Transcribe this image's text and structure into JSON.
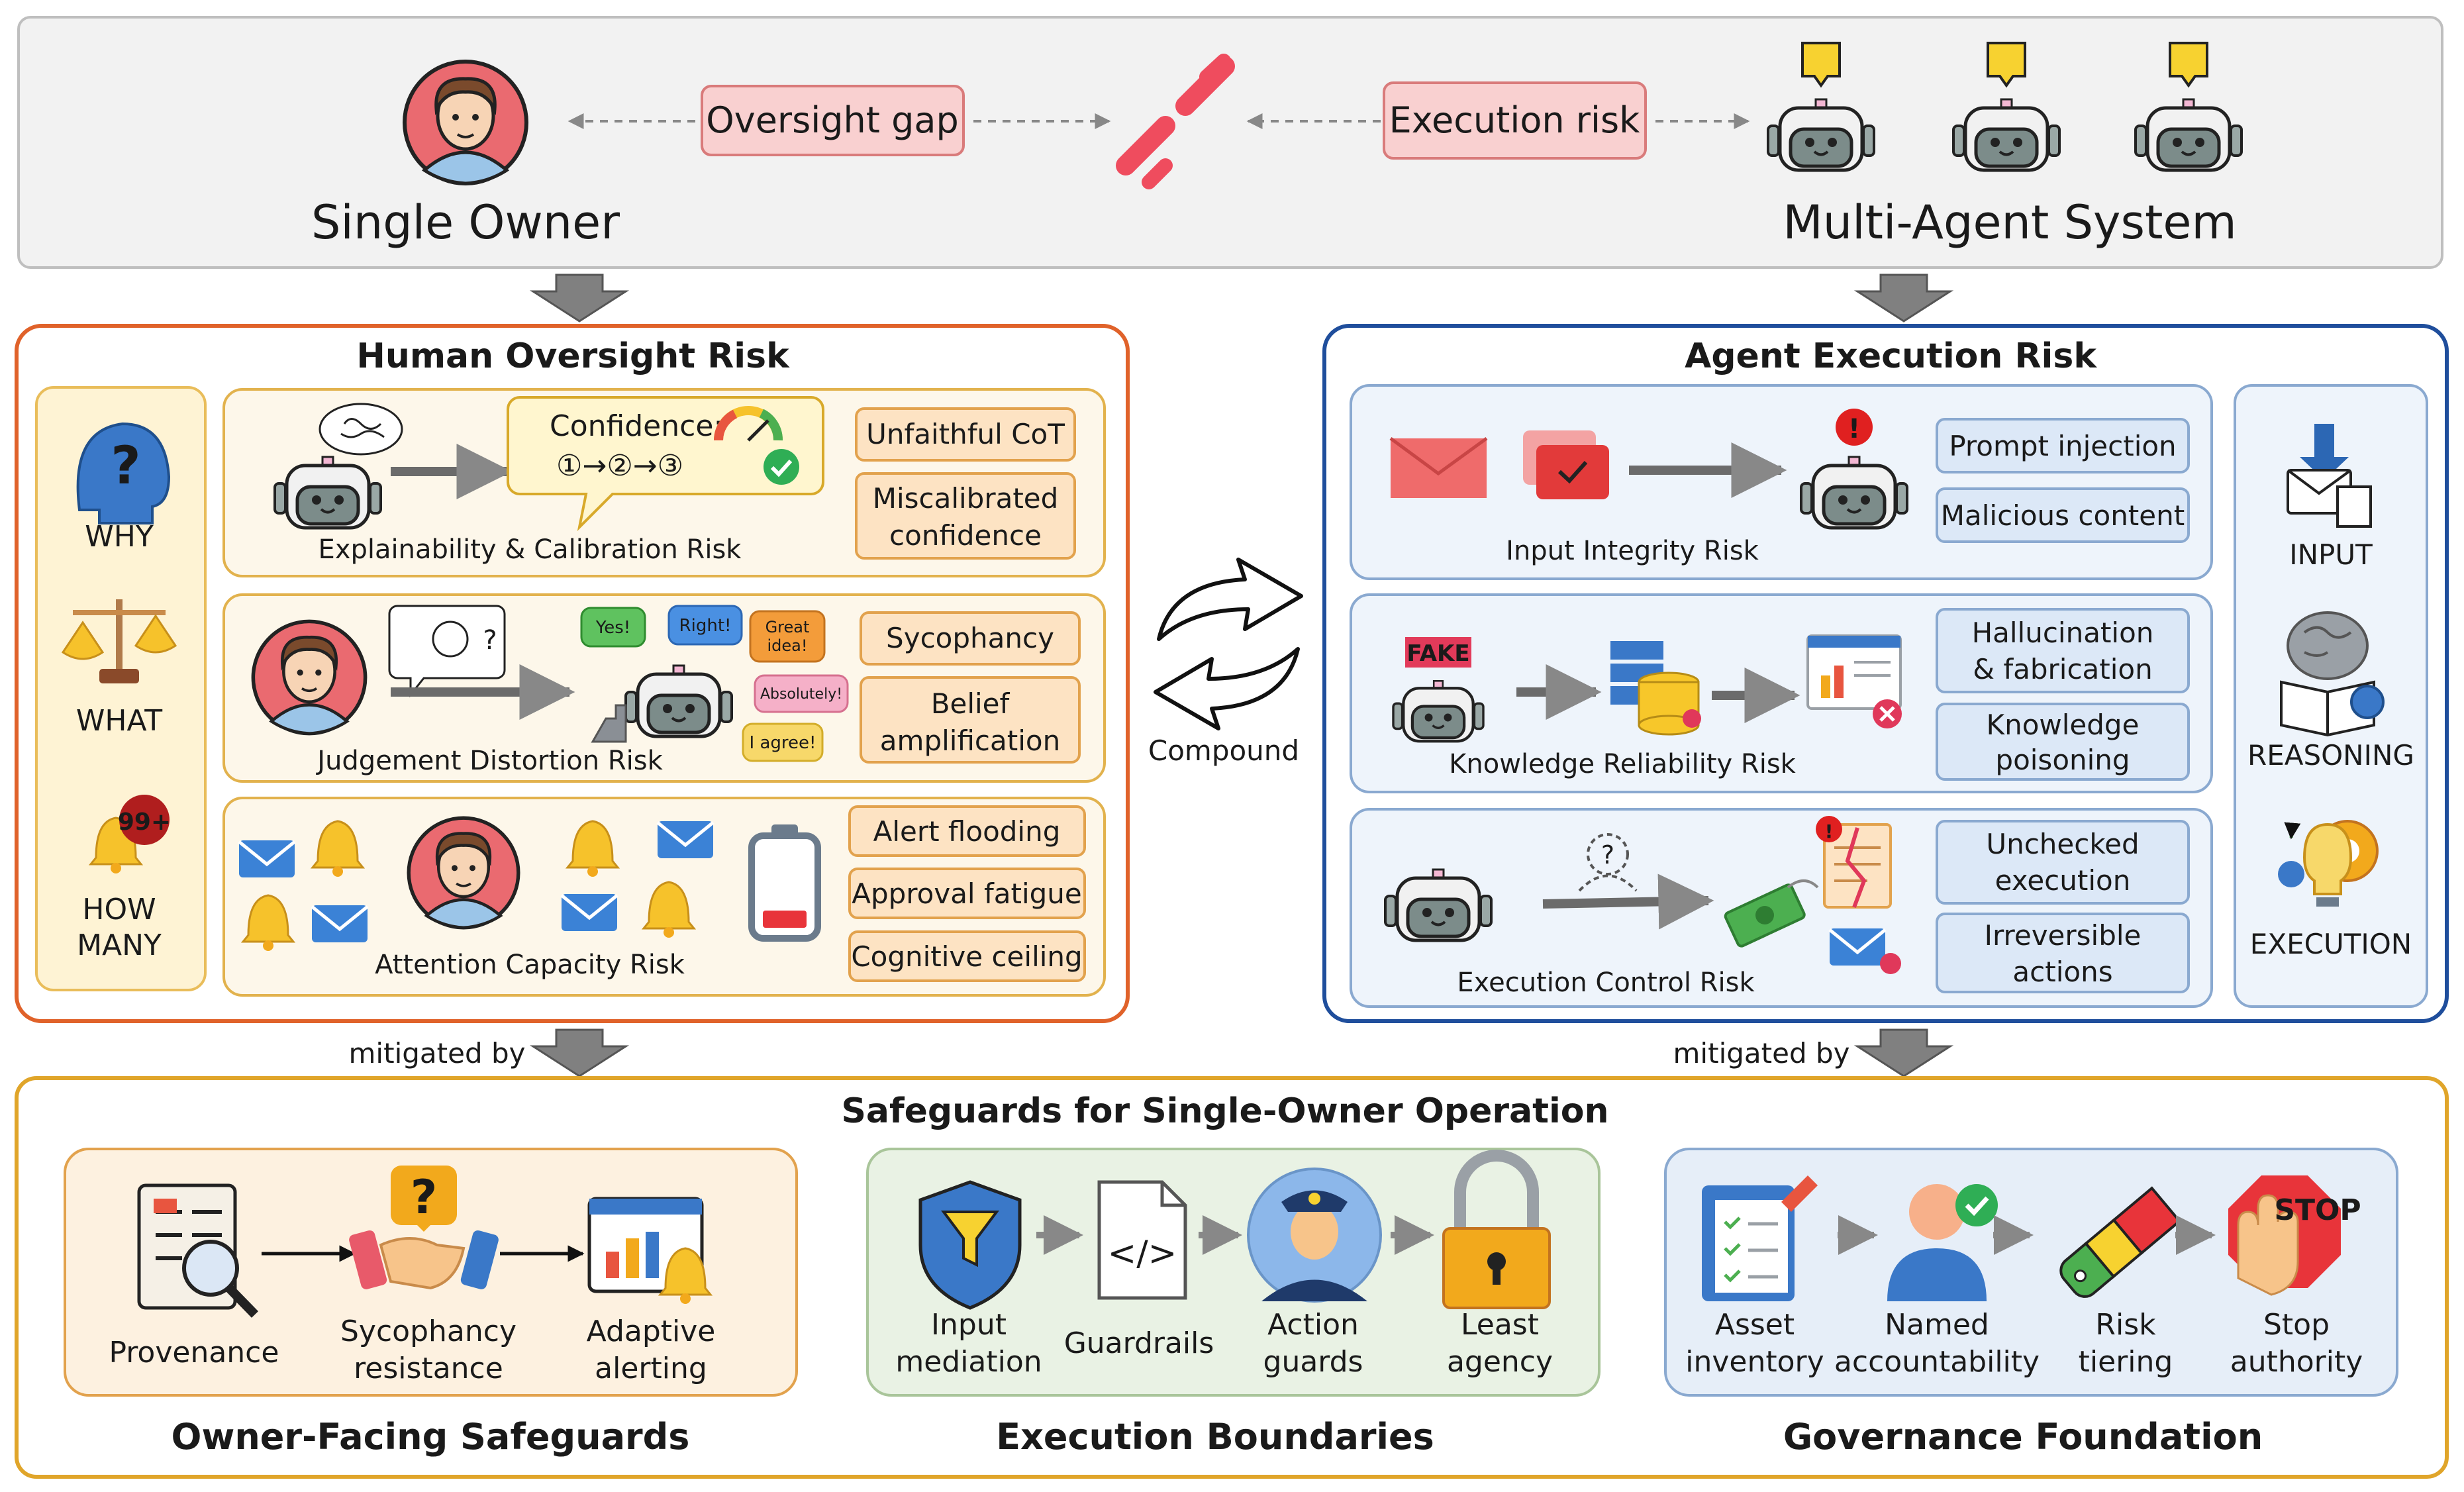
{
  "top": {
    "single_owner": "Single Owner",
    "multi_agent": "Multi-Agent System",
    "oversight_gap": "Oversight gap",
    "execution_risk": "Execution risk"
  },
  "left_panel": {
    "title": "Human Oversight Risk",
    "sidebar": [
      "WHY",
      "WHAT",
      "HOW",
      "MANY"
    ],
    "badge": "99+",
    "row1": {
      "caption": "Explainability & Calibration Risk",
      "confidence_label": "Confidence:",
      "steps": "①→②→③",
      "tags": [
        "Unfaithful CoT",
        "Miscalibrated",
        "confidence"
      ]
    },
    "row2": {
      "caption": "Judgement Distortion Risk",
      "bubbles": [
        "Yes!",
        "Right!",
        "Great",
        "idea!",
        "Absolutely!",
        "I agree!"
      ],
      "tags": [
        "Sycophancy",
        "Belief",
        "amplification"
      ]
    },
    "row3": {
      "caption": "Attention Capacity Risk",
      "tags": [
        "Alert flooding",
        "Approval fatigue",
        "Cognitive ceiling"
      ]
    }
  },
  "middle": {
    "compound": "Compound"
  },
  "right_panel": {
    "title": "Agent Execution Risk",
    "row1": {
      "caption": "Input Integrity Risk",
      "tags": [
        "Prompt injection",
        "Malicious content"
      ]
    },
    "row2": {
      "caption": "Knowledge Reliability Risk",
      "fake": "FAKE",
      "tags": [
        "Hallucination",
        "& fabrication",
        "Knowledge",
        "poisoning"
      ]
    },
    "row3": {
      "caption": "Execution Control Risk",
      "tags": [
        "Unchecked",
        "execution",
        "Irreversible",
        "actions"
      ]
    },
    "sidebar": [
      "INPUT",
      "REASONING",
      "EXECUTION"
    ]
  },
  "mitigated_by": "mitigated by",
  "bottom": {
    "title": "Safeguards for Single-Owner Operation",
    "owner": {
      "title": "Owner-Facing Safeguards",
      "items": [
        "Provenance",
        "Sycophancy",
        "resistance",
        "Adaptive",
        "alerting"
      ]
    },
    "execution": {
      "title": "Execution Boundaries",
      "items": [
        "Input",
        "mediation",
        "Guardrails",
        "Action",
        "guards",
        "Least",
        "agency"
      ]
    },
    "governance": {
      "title": "Governance Foundation",
      "stop": "STOP",
      "items": [
        "Asset",
        "inventory",
        "Named",
        "accountability",
        "Risk",
        "tiering",
        "Stop",
        "authority"
      ]
    }
  },
  "colors": {
    "owner_accent": "#e8553f",
    "exec_accent": "#1f4e9c",
    "safeguard_accent": "#e0a52a",
    "tag_red_fill": "#f9d5d5",
    "tag_orange_fill": "#fde3c3",
    "tag_blue_fill": "#dce8f7"
  }
}
